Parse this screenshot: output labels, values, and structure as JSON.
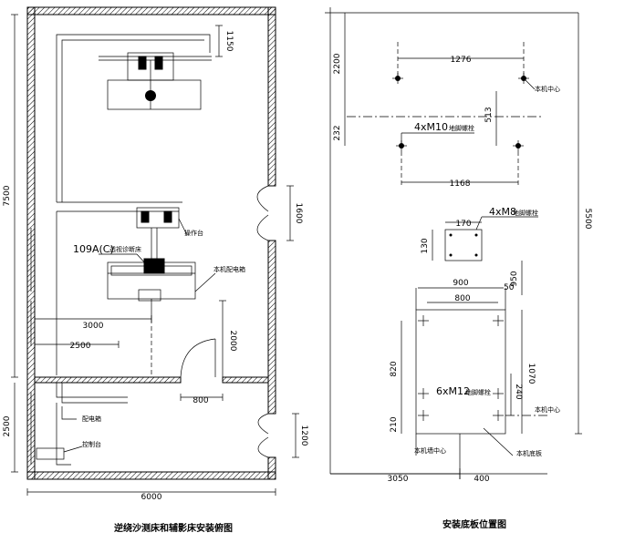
{
  "left_plan": {
    "caption": "逆绕沙测床和辅影床安装俯图",
    "dims": {
      "d1150": "1150",
      "d7500": "7500",
      "d1600": "1600",
      "d3000": "3000",
      "d2500h": "2500",
      "d2000": "2000",
      "d800": "800",
      "d2500v": "2500",
      "d1200": "1200",
      "d6000": "6000"
    },
    "labels": {
      "model": "109A(C)",
      "model_suffix": "透视诊断床",
      "right_top": "操作台",
      "right_mid": "本机配电箱",
      "bottom_a": "配电箱",
      "bottom_b": "控制台"
    }
  },
  "right_plan": {
    "caption": "安装底板位置图",
    "dims": {
      "d2200": "2200",
      "d1276": "1276",
      "d513": "513",
      "d232": "232",
      "d1168": "1168",
      "d170": "170",
      "d130": "130",
      "d5500": "5500",
      "d950": "950",
      "d900": "900",
      "d800": "800",
      "d820": "820",
      "d1070": "1070",
      "d240": "240",
      "d210": "210",
      "d3050": "3050",
      "d400": "400",
      "d50": "50"
    },
    "labels": {
      "bolts1": "4xM10",
      "bolts1_sfx": "地脚螺栓",
      "bolts2": "4xM8",
      "bolts2_sfx": "地脚螺栓",
      "bolts3": "6xM12",
      "bolts3_sfx": "地脚螺栓",
      "center1": "本机中心",
      "center2": "本机中心",
      "wall": "本机墙中心",
      "floor": "本机底板"
    }
  }
}
